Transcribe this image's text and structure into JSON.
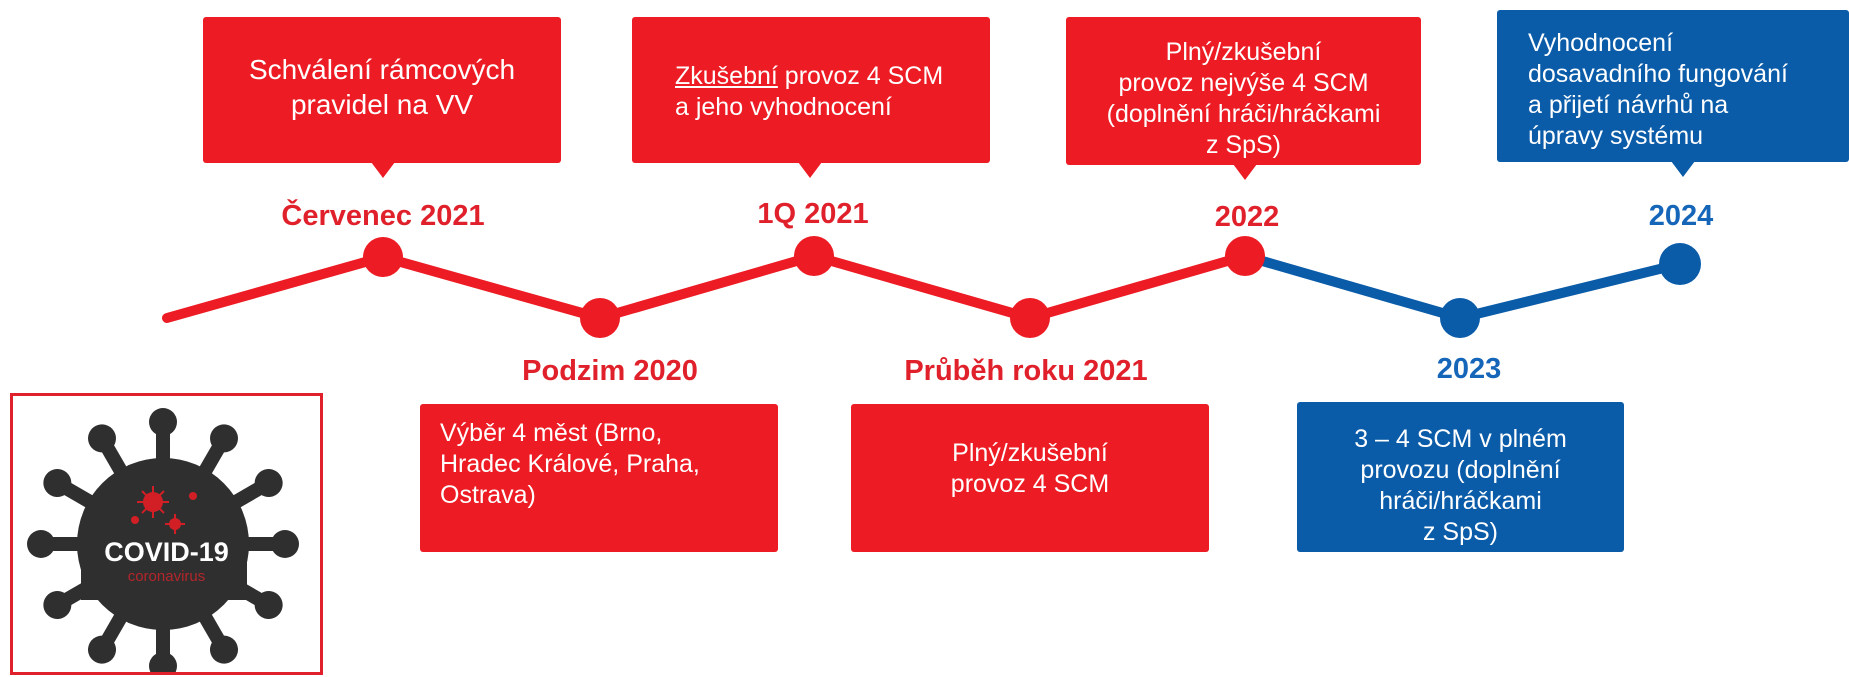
{
  "colors": {
    "red": "#ed1c24",
    "blue": "#0a5ba8",
    "label_red": "#e0212b",
    "label_blue": "#1565b8"
  },
  "milestones": [
    {
      "label": "Červenec 2021",
      "box": [
        "Schválení rámcových",
        "pravidel na VV"
      ]
    },
    {
      "label": "Podzim 2020",
      "box": [
        "Výběr 4 měst (Brno,",
        "Hradec Králové, Praha,",
        "Ostrava)"
      ]
    },
    {
      "label": "1Q 2021",
      "box_underlined": "Zkušební",
      "box_rest": " provoz 4 SCM",
      "box_line2": "a jeho vyhodnocení"
    },
    {
      "label": "Průběh roku 2021",
      "box": [
        "Plný/zkušební",
        "provoz 4 SCM"
      ]
    },
    {
      "label": "2022",
      "box": [
        "Plný/zkušební",
        "provoz nejvýše 4 SCM",
        "(doplnění hráči/hráčkami",
        "z SpS)"
      ]
    },
    {
      "label": "2023",
      "box": [
        "3 – 4 SCM v plném",
        "provozu (doplnění",
        "hráči/hráčkami",
        "z SpS)"
      ]
    },
    {
      "label": "2024",
      "box": [
        "Vyhodnocení",
        "dosavadního fungování",
        "a přijetí návrhů na",
        "úpravy systému"
      ]
    }
  ],
  "covid_badge": {
    "title": "COVID-19",
    "subtitle": "coronavirus",
    "icon": "virus-icon"
  }
}
